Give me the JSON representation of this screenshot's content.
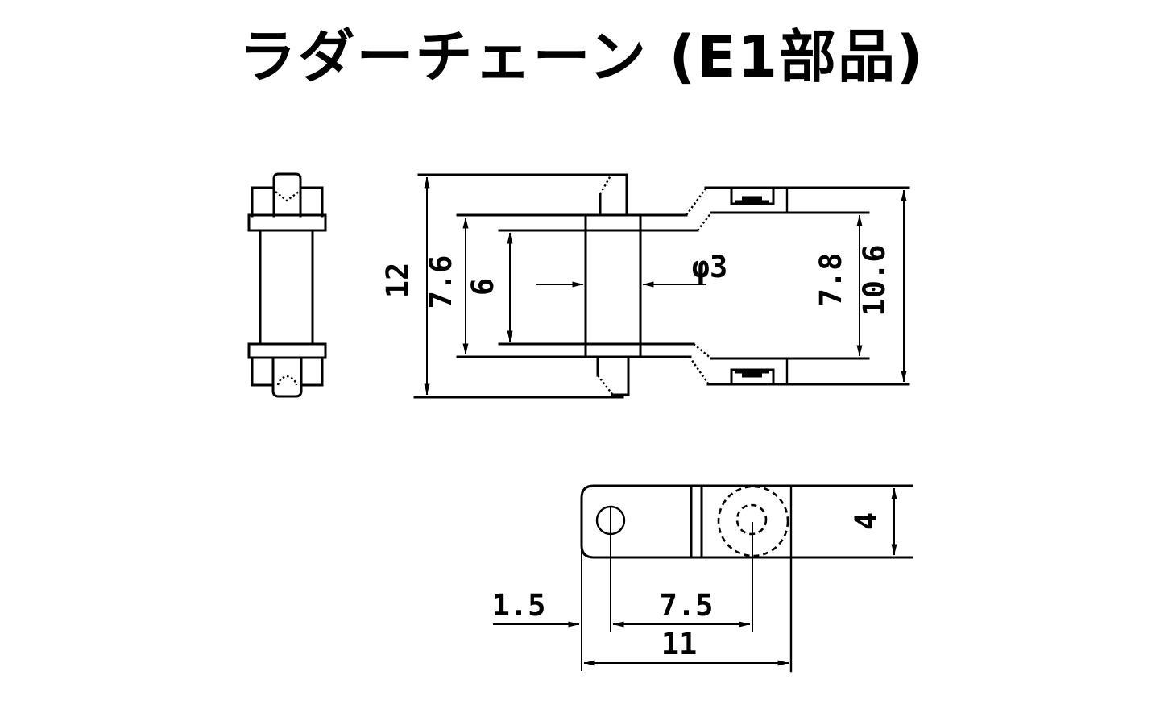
{
  "title": "ラダーチェーン (E1部品)",
  "drawing": {
    "part_name": "ラダーチェーン",
    "part_code": "E1部品",
    "views": {
      "end_view": "link end view with pin heads",
      "side_view": "meshed links side view with pin",
      "top_view": "link plate top view with holes"
    },
    "dimensions": {
      "overall_height": "12",
      "inner_height": "7.6",
      "opening_height": "6",
      "pin_diameter": "φ3",
      "right_inner_height": "7.8",
      "right_outer_height": "10.6",
      "hole_edge_offset": "1.5",
      "hole_pitch": "7.5",
      "link_length": "11",
      "plate_width": "4"
    }
  }
}
